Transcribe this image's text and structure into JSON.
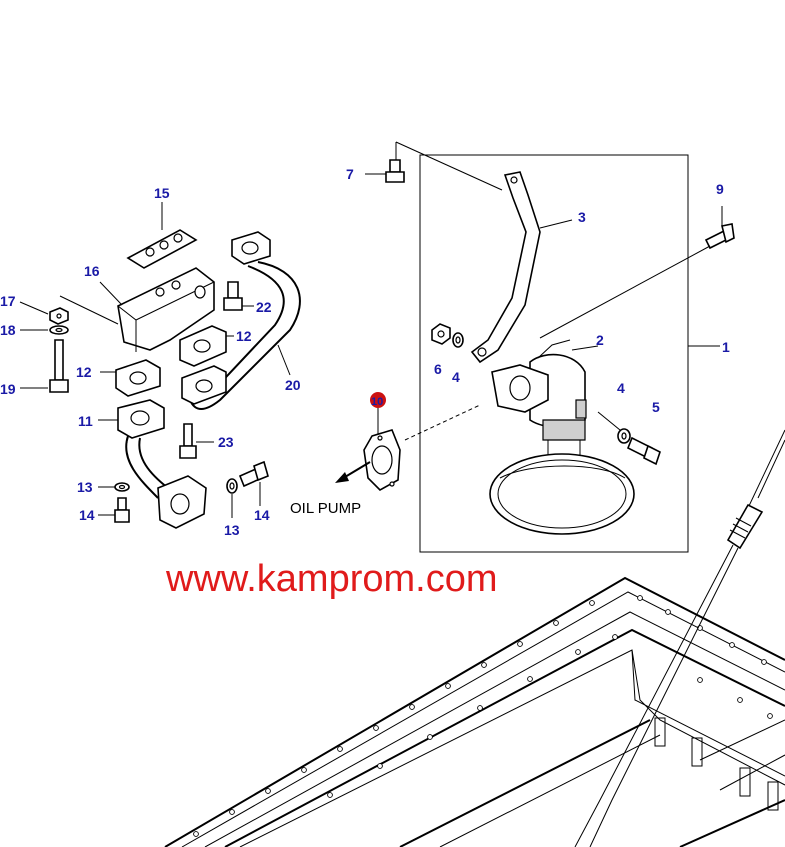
{
  "part_labels": [
    "1",
    "2",
    "3",
    "4",
    "4",
    "5",
    "6",
    "7",
    "9",
    "10",
    "11",
    "12",
    "12",
    "13",
    "13",
    "14",
    "14",
    "15",
    "16",
    "17",
    "18",
    "19",
    "20",
    "22",
    "23"
  ],
  "annotation": "OIL PUMP",
  "watermark": "www.kamprom.com",
  "colors": {
    "label": "#1a1aa6",
    "watermark": "#e01b1b",
    "highlight": "#cc1111",
    "line": "#000000"
  }
}
